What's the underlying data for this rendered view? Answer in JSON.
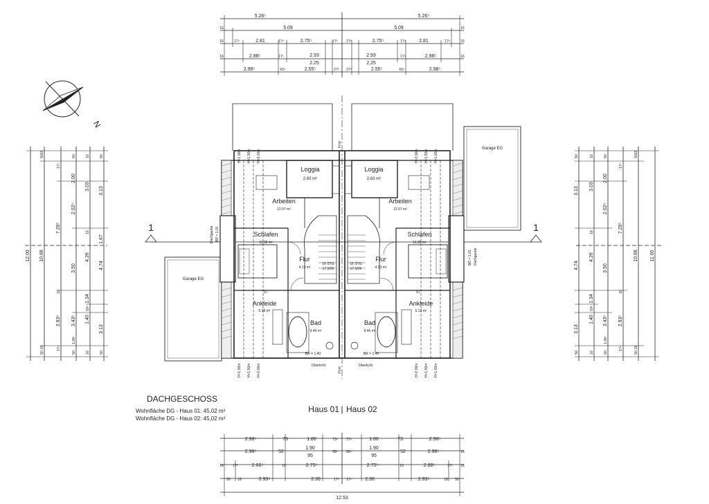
{
  "drawing": {
    "title": "DACHGESCHOSS",
    "area_note_1": "Wohnfläche DG - Haus 01: 45,02 m²",
    "area_note_2": "Wohnfläche DG - Haus 02: 45,02 m²",
    "house_01": "Haus 01",
    "house_02": "Haus 02",
    "separator": "|",
    "north": "N",
    "section_mark": "1",
    "first_label": "First",
    "oberlicht": "Oberlicht",
    "dachgaube_left": "Dachgaube",
    "dachgaube_left_br": "BR = 1,01",
    "dachgaube_right": "Dachgaube",
    "dachgaube_right_br": "BR = 1,01",
    "garage_left": "Garage EG",
    "garage_right": "Garage EG",
    "st": "ST"
  },
  "rooms": {
    "loggia_1": {
      "name": "Loggia",
      "area": "2.63 m²"
    },
    "loggia_2": {
      "name": "Loggia",
      "area": "2.63 m²"
    },
    "arbeiten_1": {
      "name": "Arbeiten",
      "area": "12.57 m²"
    },
    "arbeiten_2": {
      "name": "Arbeiten",
      "area": "12.57 m²"
    },
    "schlafen_1": {
      "name": "Schlafen",
      "area": "11.08 m²"
    },
    "schlafen_2": {
      "name": "Schlafen",
      "area": "11.08 m²"
    },
    "flur_1": {
      "name": "Flur",
      "area": "4.13 m²"
    },
    "flur_2": {
      "name": "Flur",
      "area": "4.13 m²"
    },
    "ankleide_1": {
      "name": "Ankleide",
      "area": "5.18 m²"
    },
    "ankleide_2": {
      "name": "Ankleide",
      "area": "5.13 m²"
    },
    "bad_1": {
      "name": "Bad",
      "area": "9.49 m²",
      "br": "BR = 1,40"
    },
    "bad_2": {
      "name": "Bad",
      "area": "9.46 m²",
      "br": "BR = 1,40"
    }
  },
  "stairs": {
    "left": [
      "16 STG",
      "17,5/26"
    ],
    "right": [
      "16 STG",
      "17,5/26"
    ]
  },
  "heights": [
    "H=1,00m",
    "H=1,50m",
    "H=2,00m"
  ],
  "dims_top": {
    "row1": [
      "5.26⁵",
      "5.26⁵"
    ],
    "row2": [
      "16",
      "5.09",
      "5.09",
      "16"
    ],
    "row3": [
      "16",
      "17⁵",
      "2.81",
      "17⁵",
      "2.75⁵",
      "17⁵",
      "17⁵",
      "2.75⁵",
      "17⁵",
      "2.81",
      "17⁵",
      "16"
    ],
    "row4": [
      "16",
      "2.98⁵",
      "17⁵",
      "2.93",
      "2.25",
      "2.93",
      "2.25",
      "17⁵",
      "2.98⁵",
      "16"
    ],
    "row5": [
      "2.98⁵",
      "43⁵",
      "2.55⁵",
      "27⁵",
      "27⁵",
      "2.55⁵",
      "43⁵",
      "2.98⁵"
    ]
  },
  "dims_bottom": {
    "row1": [
      "2.98⁵",
      "73",
      "1.80",
      "73⁵",
      "73⁵",
      "1.80",
      "73",
      "2.98⁵"
    ],
    "row2": [
      "2.98⁵",
      "52",
      "1.90",
      "95",
      "58⁵",
      "58⁵",
      "1.90",
      "95",
      "52",
      "2.98⁵",
      "16"
    ],
    "row3": [
      "16",
      "17⁵",
      "2.66⁵",
      "10",
      "2.75⁵",
      "2.75⁵",
      "10",
      "2.88⁵",
      "17⁵",
      "16"
    ],
    "row4": [
      "50",
      "18",
      "2.93⁵",
      "2.30",
      "17⁵",
      "17⁵",
      "2.30",
      "2.93⁵",
      "18",
      "50"
    ],
    "row5": [
      "12.53"
    ]
  },
  "dims_left": {
    "col1": [
      "12.00"
    ],
    "col2": [
      "50",
      "18",
      "10.68",
      "50",
      "18"
    ],
    "col3": [
      "17⁵",
      "7.29⁵",
      "10",
      "2.93⁵",
      "17⁵"
    ],
    "col4": [
      "50",
      "2.00",
      "2.02⁵",
      "3.50",
      "3.43⁵",
      "1.08⁵",
      "50"
    ],
    "col5": [
      "16",
      "3.03",
      "15",
      "4.26",
      "1.34",
      "50⁵",
      "1.40",
      "16"
    ],
    "col6": [
      "50",
      "3.13",
      "1.67",
      "4.74",
      "3.13",
      "50"
    ]
  },
  "dims_right": {
    "col1": [
      "50",
      "3.13",
      "4.74",
      "3.13",
      "50"
    ],
    "col2": [
      "16",
      "3.03",
      "18",
      "4.26",
      "1.34",
      "50⁵",
      "1.40",
      "16"
    ],
    "col3": [
      "50",
      "2.00",
      "2.02⁵",
      "3.50",
      "3.43⁵",
      "1.08⁵",
      "50"
    ],
    "col4": [
      "17⁵",
      "7.29⁵",
      "10",
      "2.93⁵",
      "17⁵"
    ],
    "col5": [
      "50",
      "18",
      "10.68",
      "18",
      "50"
    ],
    "col6": [
      "11.00"
    ]
  }
}
